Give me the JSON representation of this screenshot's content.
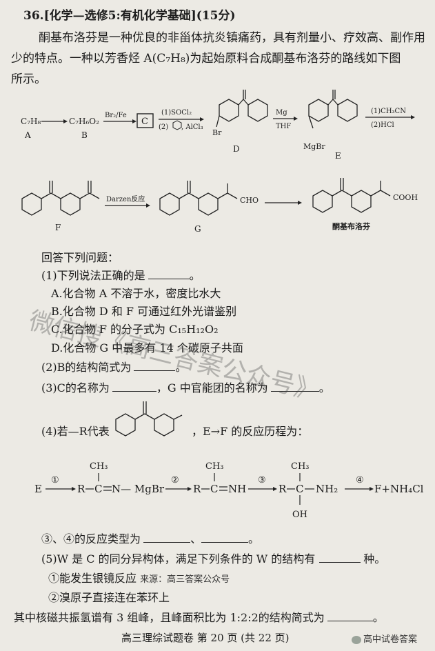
{
  "header": {
    "q_title": "36.[化学—选修5:有机化学基础](15分)",
    "intro1": "酮基布洛芬是一种优良的非甾体抗炎镇痛药，具有剂量小、疗效高、副作用",
    "intro2": "少的特点。一种以芳香烃 A(C₇H₈)为起始原料合成酮基布洛芬的路线如下图",
    "intro3": "所示。"
  },
  "scheme": {
    "c7h8": "C₇H₈",
    "label_a": "A",
    "c7h6o2": "C₇H₆O₂",
    "label_b": "B",
    "reagent_br2": "Br₂/Fe",
    "box_c": "C",
    "socl2": "(1)SOCl₂",
    "alcl3_pre": "(2)",
    "alcl3": ", AlCl₃",
    "br": "Br",
    "label_d": "D",
    "mg": "Mg",
    "thf": "THF",
    "mgbr": "MgBr",
    "label_e": "E",
    "ch3cn": "(1)CH₃CN",
    "hcl": "(2)HCl",
    "label_f": "F",
    "darzen": "Darzen反应",
    "cho": "CHO",
    "label_g": "G",
    "cooh": "COOH",
    "label_final": "酮基布洛芬"
  },
  "questions": {
    "answer_below": "回答下列问题：",
    "q1": "(1)下列说法正确的是",
    "opt_a": "A.化合物 A 不溶于水，密度比水大",
    "opt_b": "B.化合物 D 和 F 可通过红外光谱鉴别",
    "opt_c": "C.化合物 F 的分子式为 C₁₅H₁₂O₂",
    "opt_d": "D.化合物 G 中最多有 14 个碳原子共面",
    "q2": "(2)B的结构简式为",
    "q3a": "(3)C的名称为",
    "q3b": "，G 中官能团的名称为",
    "q4a": "(4)若—R代表",
    "q4b": "，E→F 的反应历程为：",
    "q4_types": "③、④的反应类型为",
    "q5": "(5)W 是 C 的同分异构体，满足下列条件的 W 的结构有",
    "q5_unit": "种。",
    "cond1": "①能发生银镜反应",
    "source_note": "来源：高三答案公众号",
    "cond2": "②溴原子直接连在苯环上",
    "nmr": "其中核磁共振氢谱有 3 组峰，且峰面积比为 1:2:2的结构简式为"
  },
  "mechanism": {
    "e": "E",
    "c1": "①",
    "c2": "②",
    "c3": "③",
    "c4": "④",
    "r": "R",
    "ch3": "CH₃",
    "dash": "—",
    "c_atom": "C",
    "eq": "═",
    "n_mgbr": "N— MgBr",
    "nh": "NH",
    "nh2": "NH₂",
    "oh": "OH",
    "products": "F+NH₄Cl"
  },
  "footer": {
    "page_text": "高三理综试题卷  第 20 页  (共 22 页)",
    "wechat": "高中试卷答案"
  },
  "watermark": {
    "text": "微信搜《高三答案公众号》"
  }
}
